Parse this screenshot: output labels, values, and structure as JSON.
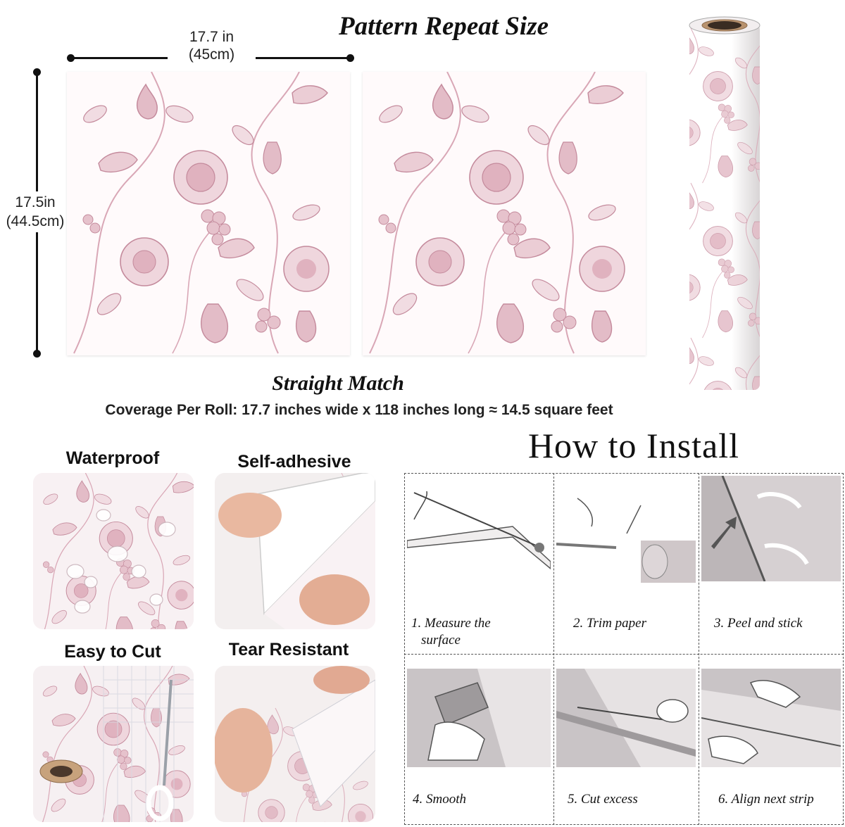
{
  "header": {
    "title": "Pattern Repeat Size",
    "width_label": "17.7 in",
    "width_label_cm": "(45cm)",
    "height_label": "17.5in",
    "height_label_cm": "(44.5cm)"
  },
  "match": {
    "title": "Straight Match",
    "coverage": "Coverage Per Roll: 17.7 inches wide x 118 inches long ≈ 14.5 square feet"
  },
  "features": [
    {
      "label": "Waterproof",
      "icon": "water-droplets-icon"
    },
    {
      "label": "Self-adhesive",
      "icon": "peel-backing-icon"
    },
    {
      "label": "Easy to Cut",
      "icon": "scissors-icon"
    },
    {
      "label": "Tear Resistant",
      "icon": "tear-icon"
    }
  ],
  "install": {
    "title": "How to Install",
    "steps": [
      {
        "line1": "1. Measure the",
        "line2": "surface"
      },
      {
        "line1": "2. Trim paper",
        "line2": ""
      },
      {
        "line1": "3. Peel and stick",
        "line2": ""
      },
      {
        "line1": "4. Smooth",
        "line2": ""
      },
      {
        "line1": "5. Cut excess",
        "line2": ""
      },
      {
        "line1": "6. Align next strip",
        "line2": ""
      }
    ]
  },
  "colors": {
    "pattern_pink": "#d9a7b6",
    "pattern_dark": "#c48a9c",
    "background": "#ffffff",
    "step_grey": "#c9c4c6"
  }
}
